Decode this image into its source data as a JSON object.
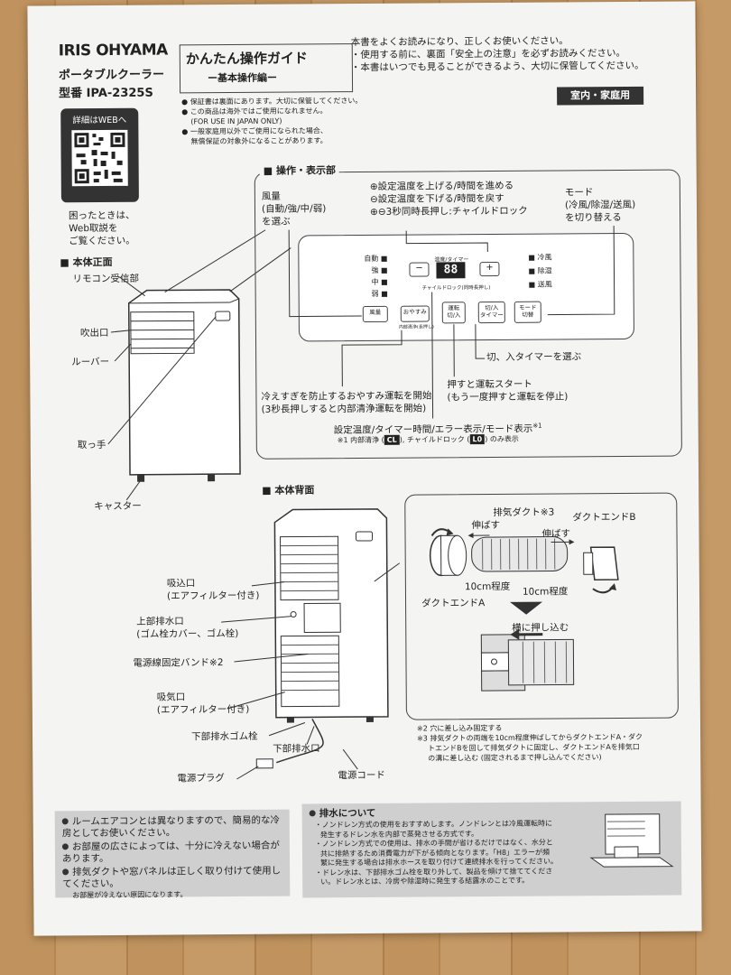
{
  "header": {
    "brand": "IRIS OHYAMA",
    "product": "ポータブルクーラー",
    "model": "型番 IPA-2325S",
    "guide_title": "かんたん操作ガイド",
    "guide_subtitle": "ー基本操作編ー",
    "notes": [
      "本書をよくお読みになり、正しくお使いください。",
      "・使用する前に、裏面「安全上の注意」を必ずお読みください。",
      "・本書はいつでも見ることができるよう、大切に保管してください。"
    ],
    "badge": "室内・家庭用",
    "web_label": "詳細はWEBへ",
    "help_lines": [
      "困ったときは、",
      "Web取説を",
      "ご覧ください。"
    ],
    "warranty_notes": [
      "保証書は裏面にあります。大切に保管してください。",
      "この商品は海外ではご使用になれません。",
      "(FOR USE IN JAPAN ONLY)",
      "一般家庭用以外でご使用になられた場合、",
      "無償保証の対象外になることがあります。"
    ]
  },
  "front": {
    "title": "本体正面",
    "labels": [
      "リモコン受信部",
      "吹出口",
      "ルーバー",
      "取っ手",
      "キャスター"
    ]
  },
  "panel": {
    "title": "操作・表示部",
    "fan_label": [
      "風量",
      "(自動/強/中/弱)",
      "を選ぶ"
    ],
    "temp_lines": [
      "⊕設定温度を上げる/時間を進める",
      "⊖設定温度を下げる/時間を戻す",
      "⊕⊖3秒同時長押し:チャイルドロック"
    ],
    "mode_label": [
      "モード",
      "(冷風/除湿/送風)",
      "を切り替える"
    ],
    "fan_levels": [
      "自動",
      "強",
      "中",
      "弱"
    ],
    "mode_levels": [
      "冷風",
      "除湿",
      "送風"
    ],
    "display_label": "温度/タイマー",
    "display_value": "88",
    "childlock_label": "チャイルドロック(同時長押し)",
    "minus": "−",
    "plus": "+",
    "buttons": {
      "fan": "風量",
      "sleep": "おやすみ",
      "sleep_sub": "内部清浄(長押し)",
      "power": "運転\n切/入",
      "timer": "切/入\nタイマー",
      "mode": "モード\n切替"
    },
    "timer_desc": "切、入タイマーを選ぶ",
    "power_desc": [
      "押すと運転スタート",
      "(もう一度押すと運転を停止)"
    ],
    "sleep_desc": [
      "冷えすぎを防止するおやすみ運転を開始",
      "(3秒長押しすると内部清浄運転を開始)"
    ],
    "display_desc": "設定温度/タイマー時間/エラー表示/モード表示",
    "display_note_ref": "※1",
    "display_note": "※1 内部清浄 (",
    "clean_code": "CL",
    "childlock_note": "), チャイルドロック (",
    "lock_code": "L0",
    "only_note": ") のみ表示"
  },
  "back": {
    "title": "本体背面",
    "labels": [
      [
        "吸込口",
        "(エアフィルター付き)"
      ],
      [
        "上部排水口",
        "(ゴム栓カバー、ゴム栓)"
      ],
      [
        "電源線固定バンド※2"
      ],
      [
        "吸気口",
        "(エアフィルター付き)"
      ],
      [
        "下部排水ゴム栓"
      ],
      [
        "下部排水口"
      ],
      [
        "電源プラグ"
      ],
      [
        "電源コード"
      ]
    ]
  },
  "duct": {
    "exhaust_label": "排気ダクト※3",
    "stretch": "伸ばす",
    "end_a": "ダクトエンドA",
    "end_b": "ダクトエンドB",
    "about": "10cm程度",
    "push": "横に押し込む"
  },
  "footnotes": [
    "※2 穴に差し込み固定する",
    "※3 排気ダクトの両端を10cm程度伸ばしてからダクトエンドA・ダク",
    "トエンドBを回して排気ダクトに固定し、ダクトエンドAを排気口",
    "の溝に差し込む (固定されるまで押し込んでください)"
  ],
  "bottom_left": [
    "ルームエアコンとは異なりますので、簡易的な冷房としてお使いください。",
    "お部屋の広さによっては、十分に冷えない場合があります。",
    "排気ダクトや窓パネルは正しく取り付けて使用してください。"
  ],
  "bottom_left_note": "お部屋が冷えない原因になります。",
  "drain": {
    "title": "排水について",
    "lines": [
      "・ノンドレン方式の使用をおすすめします。ノンドレンとは冷風運転時に",
      "発生するドレン水を内部で蒸発させる方式です。",
      "・ノンドレン方式での使用は、排水の手間が省けるだけではなく、水分と",
      "共に排熱するため消費電力が下がる傾向となります。「H8」エラーが頻",
      "繁に発生する場合は排水ホースを取り付けて連続排水を行ってください。",
      "・ドレン水は、下部排水ゴム栓を取り外して、製品を傾けて捨ててくださ",
      "い。ドレン水とは、冷房や除湿時に発生する結露水のことです。"
    ]
  }
}
